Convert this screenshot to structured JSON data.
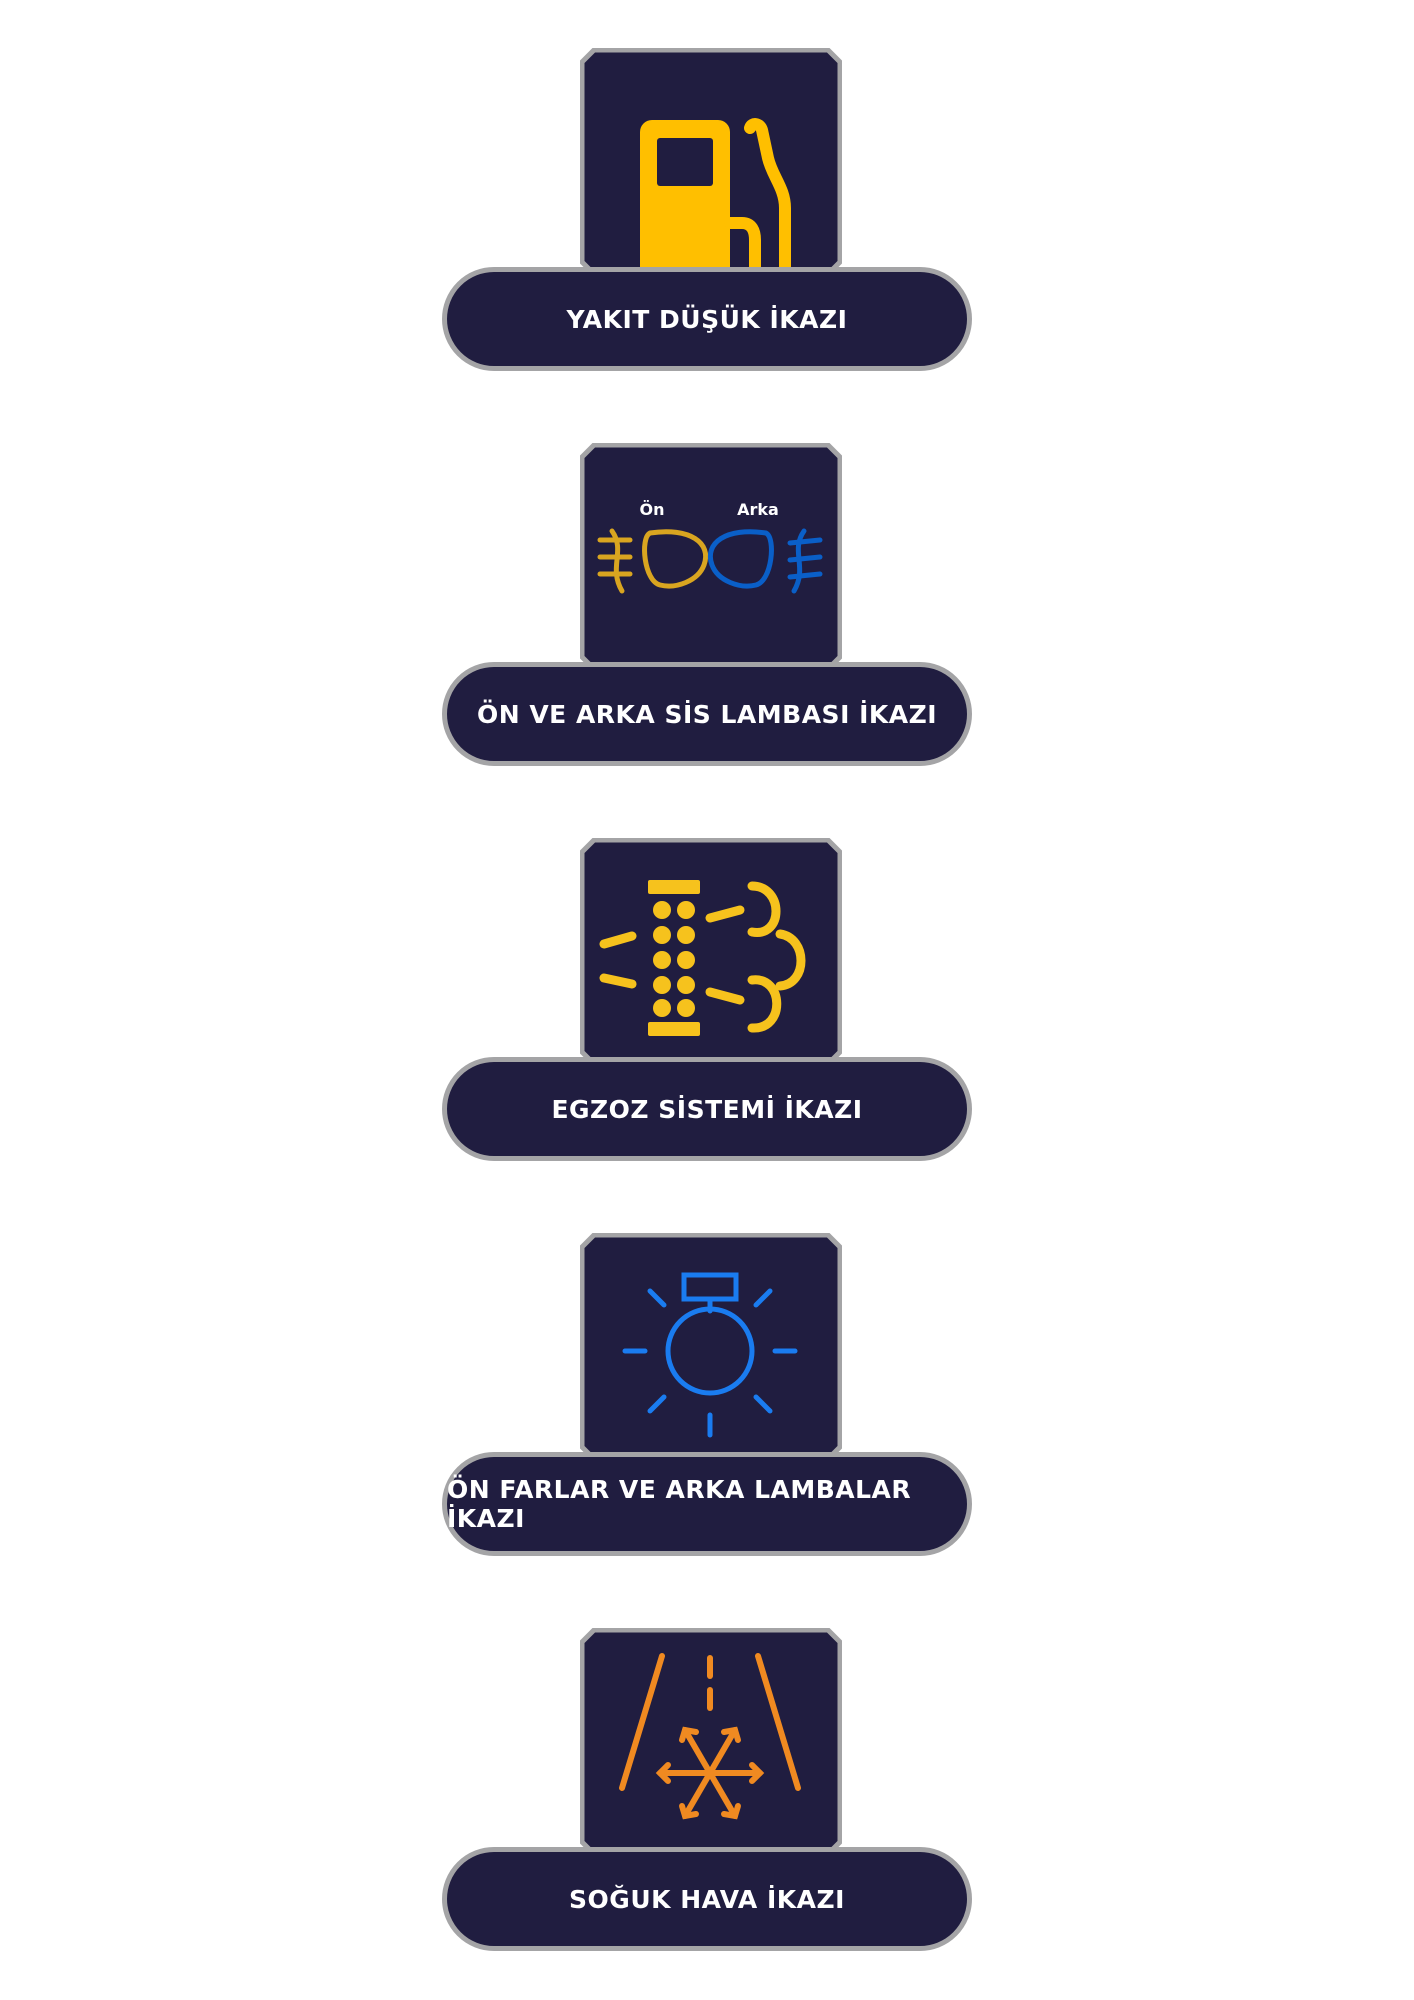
{
  "cards": [
    {
      "label": "YAKIT DÜŞÜK İKAZI",
      "icon": "fuel-pump-icon",
      "color": "#ffbf00"
    },
    {
      "label": "ÖN VE ARKA SİS LAMBASI İKAZI",
      "icon": "fog-light-icon",
      "colors": {
        "front": "#d9a520",
        "rear": "#0a5fc8"
      },
      "sub_labels": {
        "front": "Ön",
        "rear": "Arka"
      }
    },
    {
      "label": "EGZOZ SİSTEMİ İKAZI",
      "icon": "exhaust-icon",
      "color": "#f6c21d"
    },
    {
      "label": "ÖN FARLAR VE ARKA LAMBALAR İKAZI",
      "icon": "exterior-bulb-icon",
      "color": "#1a7cf0"
    },
    {
      "label": "SOĞUK HAVA İKAZI",
      "icon": "frost-road-icon",
      "color": "#f08a21"
    }
  ],
  "colors": {
    "card_bg": "#201d40",
    "border": "#a4a4a6",
    "label": "#ffffff"
  }
}
